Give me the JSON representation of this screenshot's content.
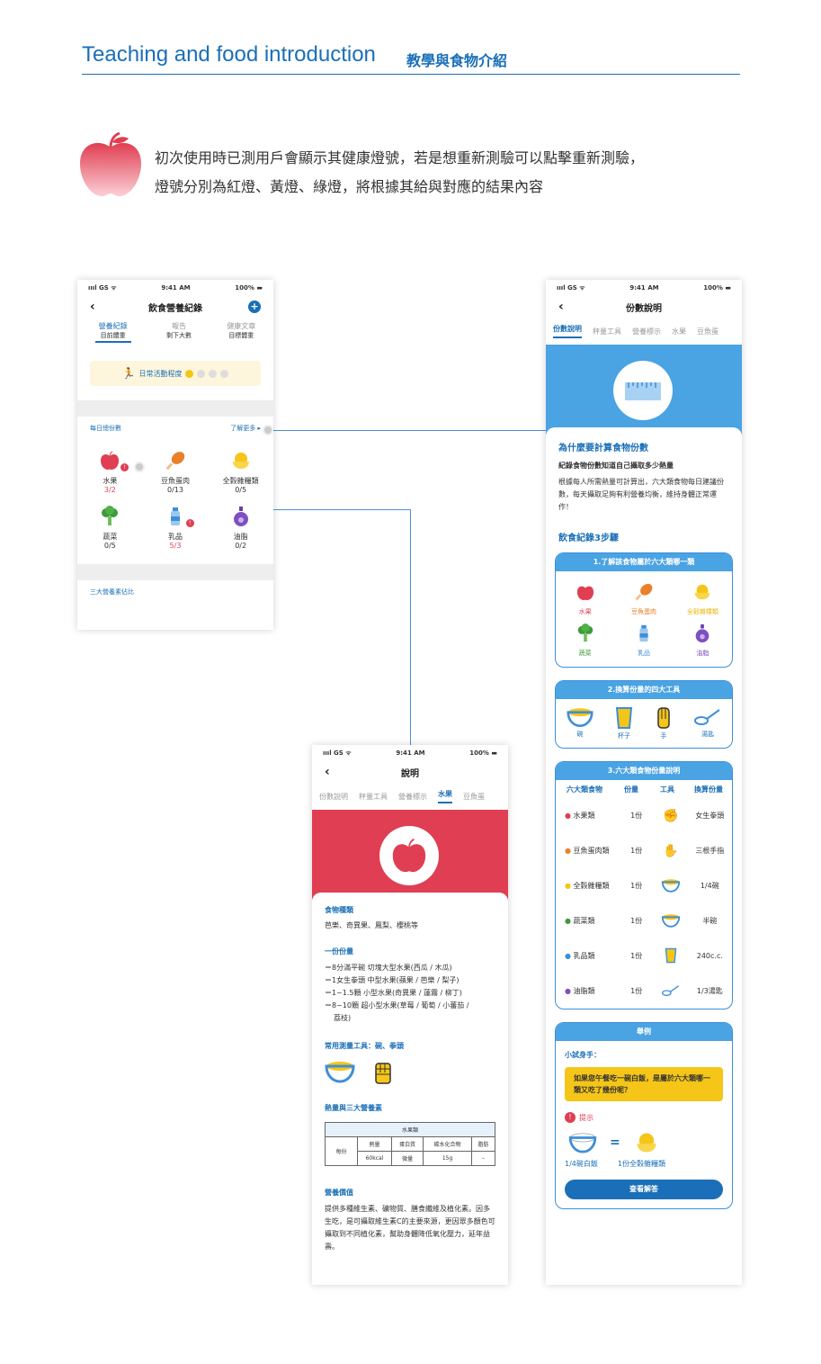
{
  "header": {
    "title_en": "Teaching and food introduction",
    "title_zh": "教學與食物介紹"
  },
  "intro": {
    "line1": "初次使用時已測用戶會顯示其健康燈號，若是想重新測驗可以點擊重新測驗，",
    "line2": "燈號分別為紅燈、黃燈、綠燈，將根據其給與對應的結果內容"
  },
  "status": {
    "carrier": "ıııl GS ᯤ",
    "time": "9:41 AM",
    "battery": "100% ▬"
  },
  "phone1": {
    "title": "飲食營養紀錄",
    "tabs": [
      {
        "label": "營養紀錄",
        "sub": "目前體重"
      },
      {
        "label": "報告",
        "sub": "剩下大數"
      },
      {
        "label": "健康文章",
        "sub": "目標體重"
      }
    ],
    "activity_label": "日常活動程度",
    "daily_title": "每日總份數",
    "learn_more": "了解更多 ▸",
    "foods": [
      {
        "name": "水果",
        "value": "3/2",
        "icon": "apple-icon",
        "alert": true
      },
      {
        "name": "豆魚蛋肉",
        "value": "0/13",
        "icon": "drumstick-icon",
        "alert": false
      },
      {
        "name": "全穀雜糧類",
        "value": "0/5",
        "icon": "rice-bowl-icon",
        "alert": false
      },
      {
        "name": "蔬菜",
        "value": "0/5",
        "icon": "broccoli-icon",
        "alert": false
      },
      {
        "name": "乳品",
        "value": "5/3",
        "icon": "milk-bottle-icon",
        "alert": true
      },
      {
        "name": "油脂",
        "value": "0/2",
        "icon": "oil-bottle-icon",
        "alert": false
      }
    ],
    "macro_title": "三大營養素佔比"
  },
  "phone2": {
    "title": "說明",
    "tabs": [
      "份數說明",
      "秤量工具",
      "營養標示",
      "水果",
      "豆魚蛋"
    ],
    "active_tab": "水果",
    "food_type_title": "食物種類",
    "food_type_text": "芭樂、奇異果、鳳梨、櫻桃等",
    "portion_title": "一份份量",
    "portion_lines": [
      "＝8分滿平碗 切塊大型水果(西瓜 / 木瓜)",
      "＝1女生拳頭 中型水果(蘋果 / 芭樂 / 梨子)",
      "＝1~1.5顆 小型水果(奇異果 / 蓮霧 / 柳丁)",
      "＝8~10顆 超小型水果(草莓 / 葡萄 / 小蕃茄 /",
      "荔枝)"
    ],
    "tools_title": "常用測量工具：碗、拳頭",
    "calorie_title": "熱量與三大營養素",
    "table": {
      "head": "水果類",
      "row_label": "每份",
      "cols": [
        "熱量",
        "蛋白質",
        "碳水化合物",
        "脂肪"
      ],
      "vals": [
        "60kcal",
        "微量",
        "15g",
        "–"
      ]
    },
    "value_title": "營養價值",
    "value_text": "提供多種維生素、礦物質、膳食纖維及植化素。因多生吃，是可攝取維生素C的主要來源，更因眾多顏色可攝取到不同植化素，幫助身體降低氧化壓力，延年益壽。"
  },
  "phone3": {
    "title": "份數說明",
    "tabs": [
      "份數說明",
      "秤量工具",
      "營養標示",
      "水果",
      "豆魚蛋"
    ],
    "why_title": "為什麼要計算食物份數",
    "why_sub": "紀錄食物份數知道自己攝取多少熱量",
    "why_text": "根據每人所需熱量可計算出，六大類食物每日建議份數，每天攝取足夠有利營養均衡，維持身體正常運作！",
    "steps_title": "飲食紀錄3步驟",
    "step1": "1.了解該食物屬於六大類哪一類",
    "step1_foods": [
      "水果",
      "豆魚蛋肉",
      "全穀雜糧類",
      "蔬菜",
      "乳品",
      "油脂"
    ],
    "step2": "2.換算份量的四大工具",
    "step2_tools": [
      "碗",
      "杯子",
      "手",
      "湯匙"
    ],
    "step3": "3.六大類食物份量說明",
    "step3_head": [
      "六大類食物",
      "份量",
      "工具",
      "換算份量"
    ],
    "step3_rows": [
      {
        "name": "水果類",
        "qty": "1份",
        "conv": "女生拳頭"
      },
      {
        "name": "豆魚蛋肉類",
        "qty": "1份",
        "conv": "三根手指"
      },
      {
        "name": "全穀雜糧類",
        "qty": "1份",
        "conv": "1/4碗"
      },
      {
        "name": "蔬菜類",
        "qty": "1份",
        "conv": "半碗"
      },
      {
        "name": "乳品類",
        "qty": "1份",
        "conv": "240c.c."
      },
      {
        "name": "油脂類",
        "qty": "1份",
        "conv": "1/3湯匙"
      }
    ],
    "example_title": "舉例",
    "quiz_label": "小試身手：",
    "quiz_text": "如果您午餐吃一碗白飯，是屬於六大類哪一類又吃了幾份呢？",
    "hint_label": "提示",
    "eq_left": "1/4碗白飯",
    "eq_right": "1份全穀雜糧類",
    "answer_button": "查看解答"
  },
  "colors": {
    "brand_blue": "#1a6fb8",
    "light_blue": "#4aa3e3",
    "red": "#e03e52",
    "yellow": "#f5c518"
  }
}
